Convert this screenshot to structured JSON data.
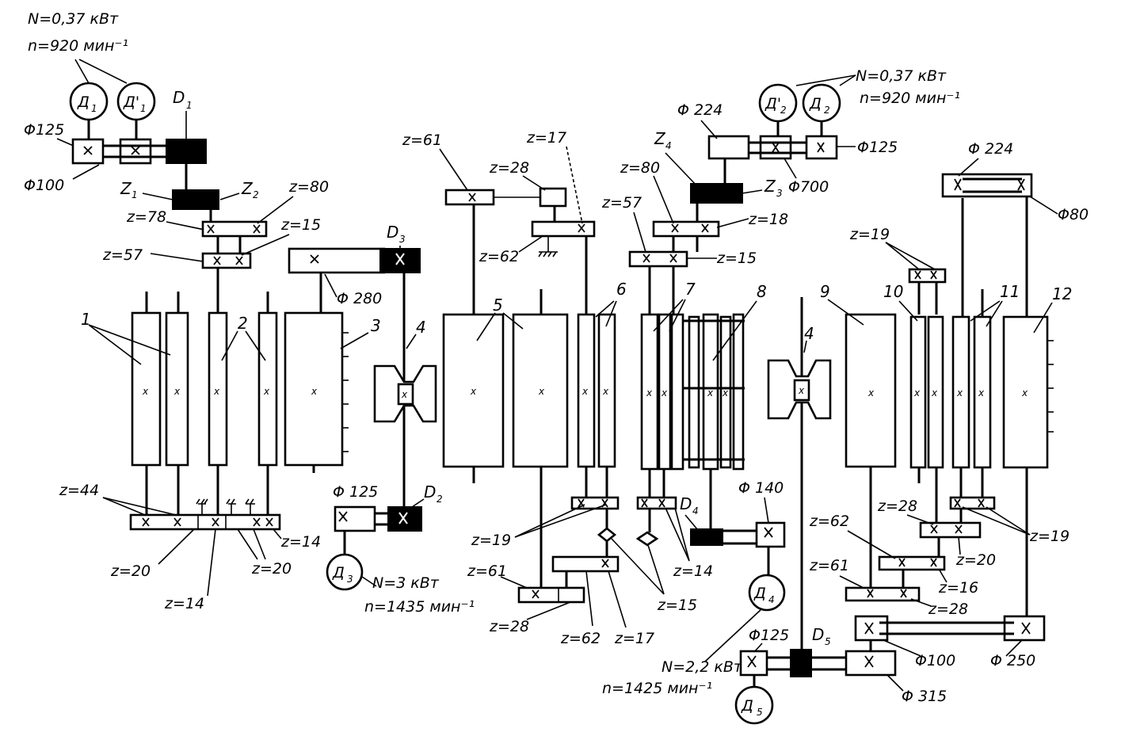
{
  "labels": {
    "motor_left_power": "N=0,37 кВт",
    "motor_left_rpm": "n=920 мин⁻¹",
    "motor_right_power": "N=0,37 кВт",
    "motor_right_rpm": "n=920 мин⁻¹",
    "motor_d3_power": "N=3 кВт",
    "motor_d3_rpm": "n=1435 мин⁻¹",
    "motor_d4_power": "N=2,2 кВт",
    "motor_d4_rpm": "n=1425 мин⁻¹",
    "d1_circle": "Д",
    "d1_circle_sub": "1",
    "d1p_circle": "Д'",
    "d1p_circle_sub": "1",
    "d2_circle": "Д",
    "d2_circle_sub": "2",
    "d2p_circle": "Д'",
    "d2p_circle_sub": "2",
    "d3_circle": "Д",
    "d3_circle_sub": "3",
    "d4_circle": "Д",
    "d4_circle_sub": "4",
    "d5_circle": "Д",
    "d5_circle_sub": "5",
    "D1": "D",
    "D1_sub": "1",
    "D2": "D",
    "D2_sub": "2",
    "D3": "D",
    "D3_sub": "3",
    "D4": "D",
    "D4_sub": "4",
    "D5": "D",
    "D5_sub": "5",
    "Z1": "Z",
    "Z1_sub": "1",
    "Z2": "Z",
    "Z2_sub": "2",
    "Z3": "Z",
    "Z3_sub": "3",
    "Z4": "Z",
    "Z4_sub": "4",
    "phi125_a": "Φ125",
    "phi100_a": "Φ100",
    "phi280": "Φ 280",
    "phi125_b": "Φ 125",
    "phi224_a": "Φ 224",
    "phi125_c": "Φ125",
    "phi700": "Φ700",
    "phi224_b": "Φ 224",
    "phi80": "Φ80",
    "phi140": "Φ 140",
    "phi125_d": "Φ125",
    "phi100_b": "Φ100",
    "phi250": "Φ 250",
    "phi315": "Φ 315",
    "z80_a": "z=80",
    "z78": "z=78",
    "z15_a": "z=15",
    "z57_a": "z=57",
    "z61_a": "z=61",
    "z28_a": "z=28",
    "z17_a": "z=17",
    "z62_a": "z=62",
    "z80_b": "z=80",
    "z57_b": "z=57",
    "z18": "z=18",
    "z15_b": "z=15",
    "z19_a": "z=19",
    "z44": "z=44",
    "z14_a": "z=14",
    "z20_a": "z=20",
    "z20_b": "z=20",
    "z14_b": "z=14",
    "z19_b": "z=19",
    "z61_b": "z=61",
    "z28_b": "z=28",
    "z62_b": "z=62",
    "z17_b": "z=17",
    "z14_c": "z=14",
    "z15_c": "z=15",
    "z62_c": "z=62",
    "z28_c": "z=28",
    "z20_c": "z=20",
    "z19_c": "z=19",
    "z61_c": "z=61",
    "z16": "z=16",
    "z28_d": "z=28",
    "n1": "1",
    "n2": "2",
    "n3": "3",
    "n4a": "4",
    "n5": "5",
    "n6": "6",
    "n7": "7",
    "n8": "8",
    "n4b": "4",
    "n9": "9",
    "n10": "10",
    "n11": "11",
    "n12": "12"
  }
}
